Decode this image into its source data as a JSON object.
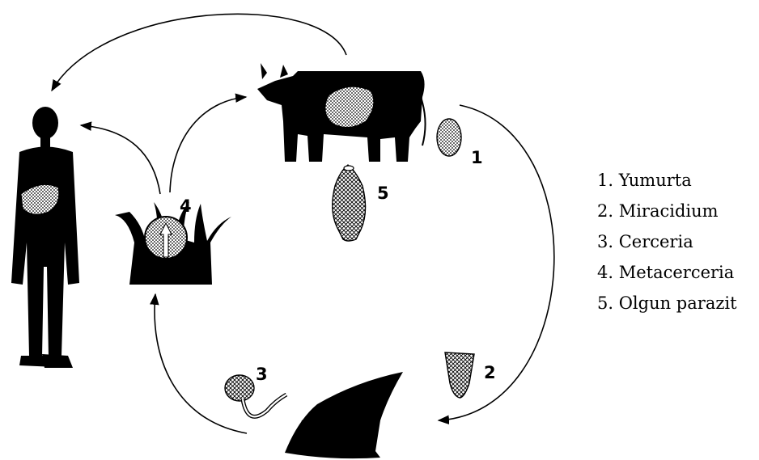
{
  "diagram": {
    "stages": [
      {
        "number": "1",
        "label": "Yumurta"
      },
      {
        "number": "2",
        "label": "Miracidium"
      },
      {
        "number": "3",
        "label": "Cerceria"
      },
      {
        "number": "4",
        "label": "Metacerceria"
      },
      {
        "number": "5",
        "label": "Olgun parazit"
      }
    ],
    "legend": [
      "1. Yumurta",
      "2. Miracidium",
      "3. Cerceria",
      "4. Metacerceria",
      "5. Olgun parazit"
    ]
  },
  "colors": {
    "ink": "#000000",
    "stipple": "#bfbfbf",
    "background": "#ffffff"
  }
}
